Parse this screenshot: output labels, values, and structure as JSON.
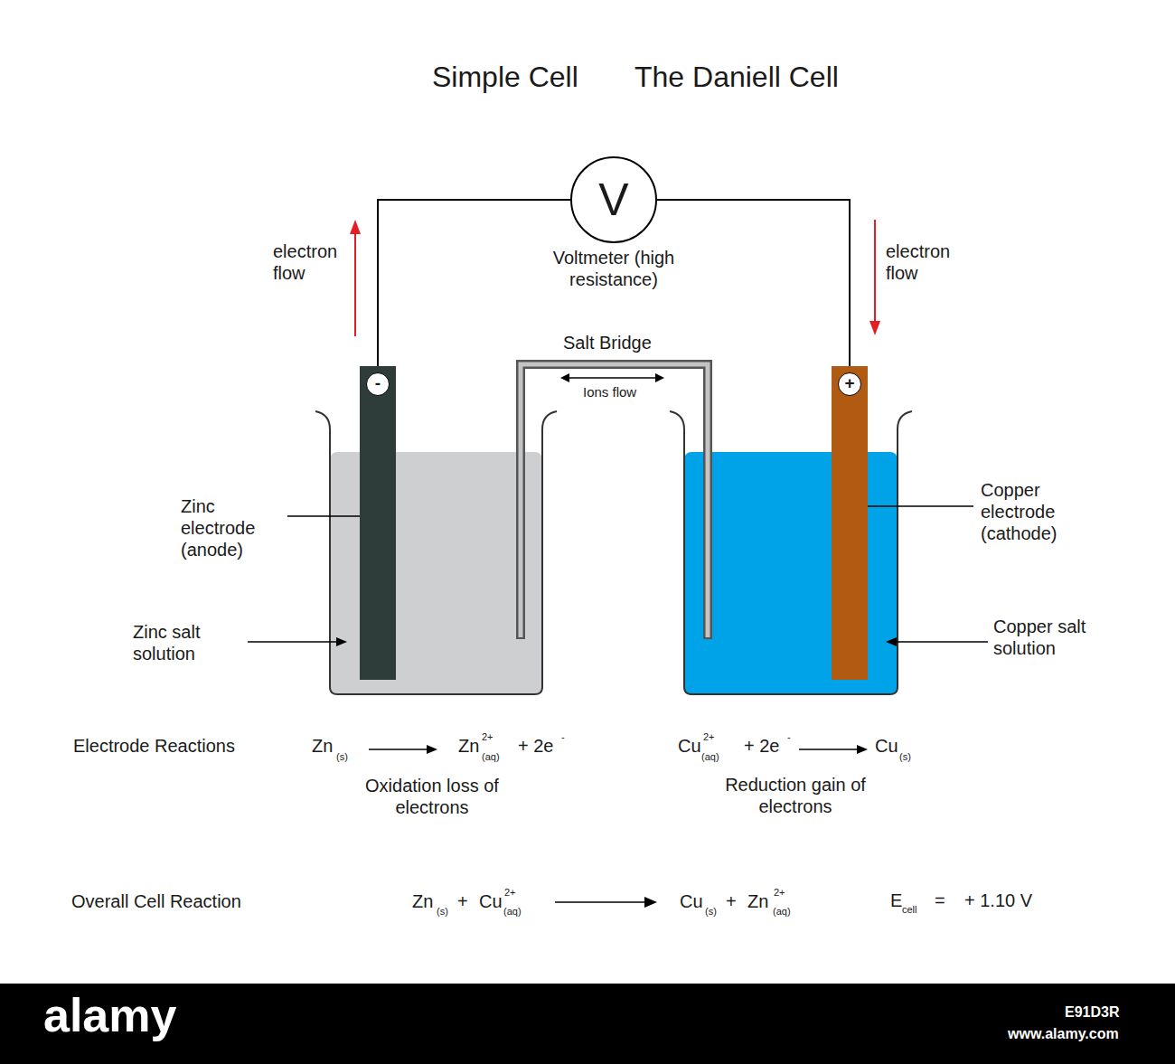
{
  "diagram": {
    "title": "Simple Cell",
    "nodes": [
      {
        "text": [
          "V",
          "Voltmeter (high resistance)"
        ]
      },
      {
        "text": [
          "-"
        ]
      },
      {
        "text": [
          "+"
        ]
      }
    ],
    "edges": [
      {
        "from": 1,
        "to": 0,
        "arrow": "none"
      },
      {
        "from": 0,
        "to": 2,
        "arrow": "none"
      }
    ],
    "labels": [
      "The Daniell Cell",
      "electron flow",
      "electron flow",
      "Salt Bridge",
      "Ions flow",
      "Zinc electrode (anode)",
      "Zinc salt solution",
      "Copper electrode (cathode)",
      "Copper salt solution",
      "Electrode Reactions",
      "Zn",
      "(s)",
      "Zn",
      "2+",
      "(aq)",
      "+ 2e",
      "-",
      "Oxidation loss of electrons",
      "Cu",
      "2+",
      "(aq)",
      "+ 2e",
      "-",
      "Cu",
      "(s)",
      "Reduction gain of electrons",
      "Overall Cell Reaction",
      "Zn",
      "(s)",
      "+",
      "Cu",
      "2+",
      "(aq)",
      "Cu",
      "(s)",
      "+",
      "Zn",
      "2+",
      "(aq)",
      "E",
      "cell",
      "=",
      "+ 1.10 V",
      "alamy",
      "E91D3R",
      "www.alamy.com"
    ]
  }
}
